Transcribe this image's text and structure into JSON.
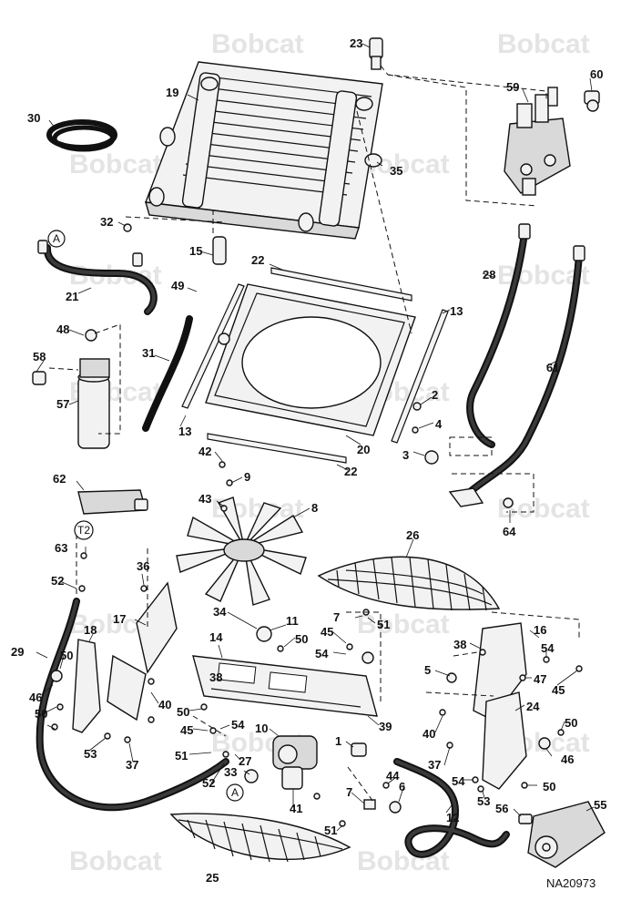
{
  "watermark": "Bobcat",
  "drawing_number": "NA20973",
  "connection_refs": [
    "A",
    "T2"
  ],
  "callouts": [
    "1",
    "2",
    "3",
    "4",
    "5",
    "6",
    "7",
    "8",
    "9",
    "10",
    "11",
    "12",
    "13",
    "14",
    "15",
    "16",
    "17",
    "18",
    "19",
    "20",
    "21",
    "22",
    "23",
    "24",
    "25",
    "26",
    "27",
    "28",
    "29",
    "30",
    "31",
    "32",
    "33",
    "34",
    "35",
    "36",
    "37",
    "38",
    "39",
    "40",
    "41",
    "42",
    "43",
    "44",
    "45",
    "46",
    "47",
    "48",
    "49",
    "50",
    "51",
    "52",
    "53",
    "54",
    "55",
    "56",
    "57",
    "58",
    "59",
    "60",
    "61",
    "62",
    "63",
    "64"
  ]
}
